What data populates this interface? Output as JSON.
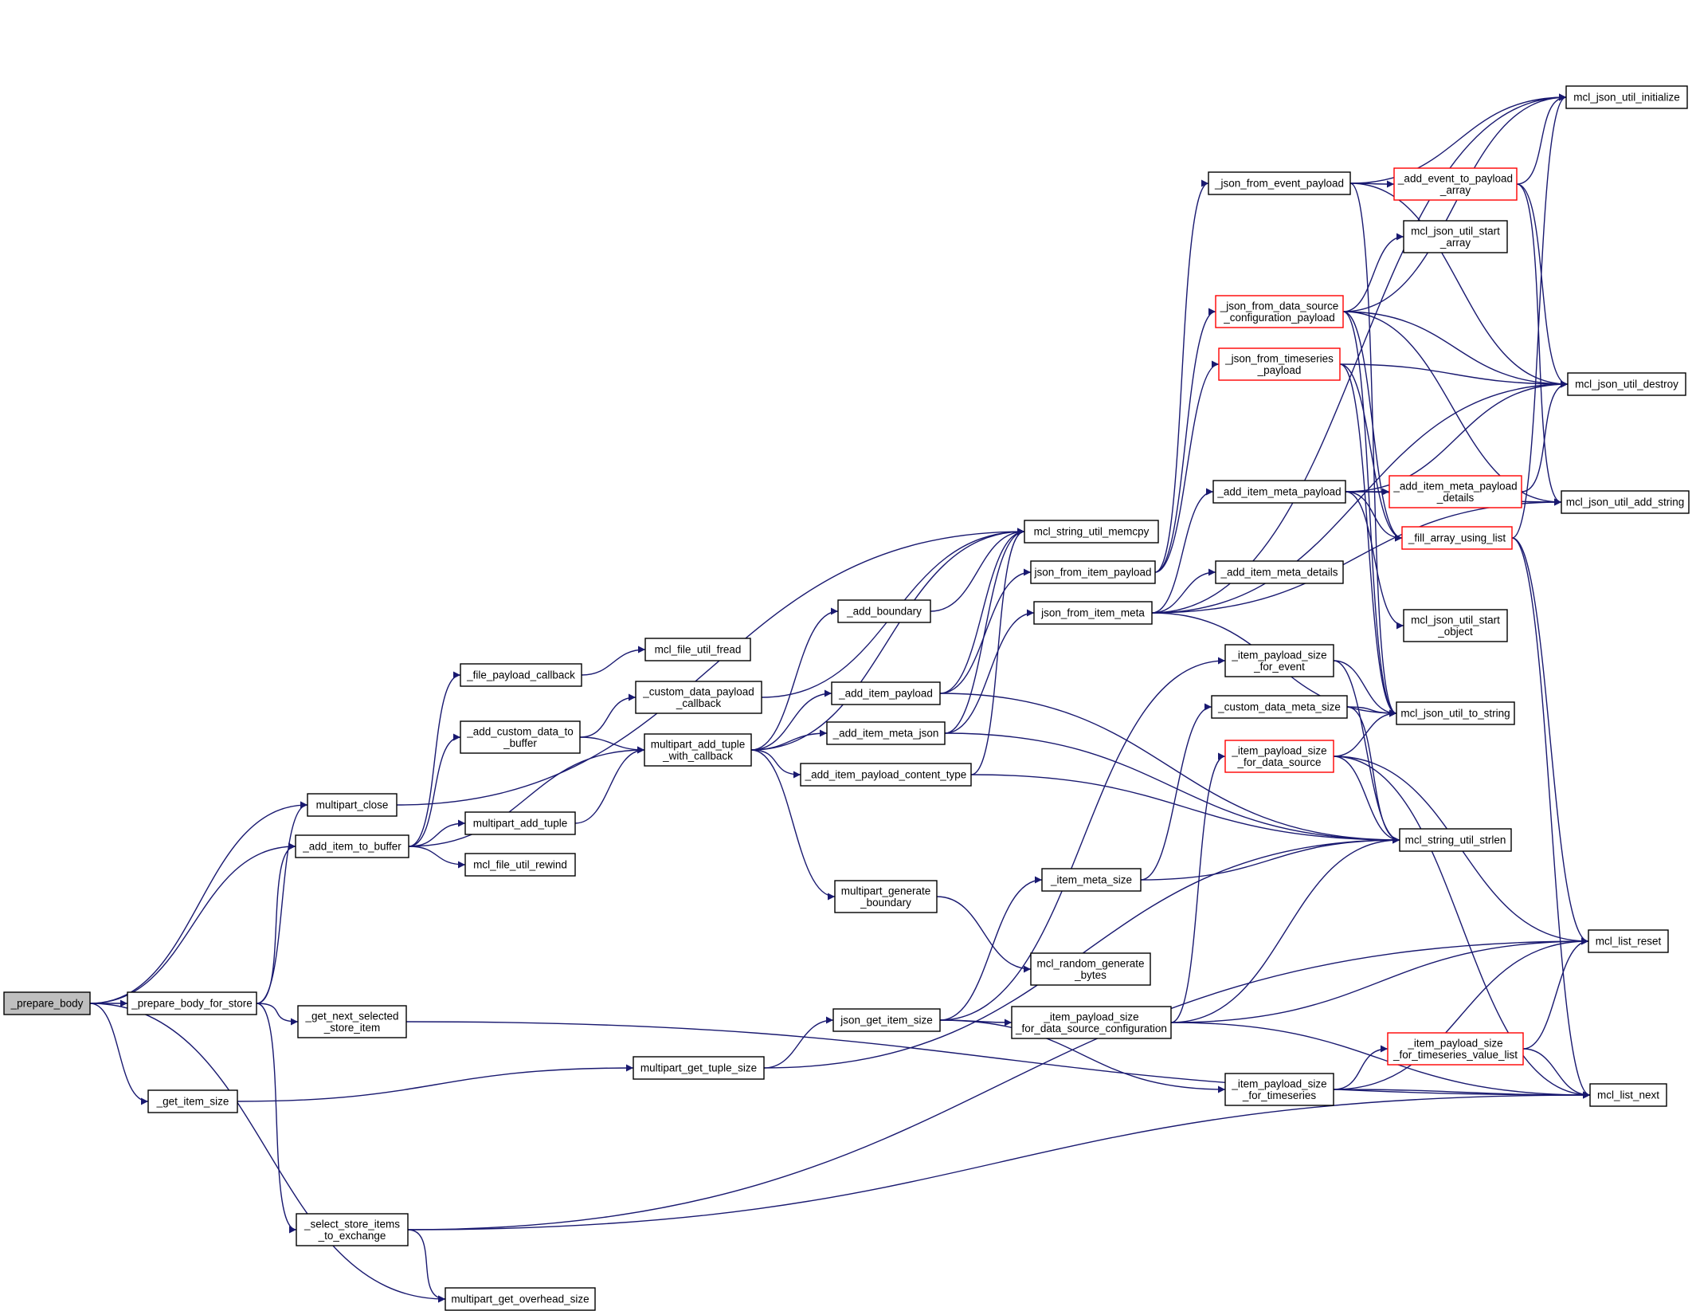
{
  "graph": {
    "nodes": [
      {
        "id": "prepare_body",
        "lines": [
          "_prepare_body"
        ],
        "style": "root"
      },
      {
        "id": "prepare_body_for_store",
        "lines": [
          "_prepare_body_for_store"
        ],
        "style": "normal"
      },
      {
        "id": "get_item_size",
        "lines": [
          "_get_item_size"
        ],
        "style": "normal"
      },
      {
        "id": "multipart_close",
        "lines": [
          "multipart_close"
        ],
        "style": "normal"
      },
      {
        "id": "add_item_to_buffer",
        "lines": [
          "_add_item_to_buffer"
        ],
        "style": "normal"
      },
      {
        "id": "get_next_selected_store_item",
        "lines": [
          "_get_next_selected",
          "_store_item"
        ],
        "style": "normal"
      },
      {
        "id": "select_store_items_to_exchange",
        "lines": [
          "_select_store_items",
          "_to_exchange"
        ],
        "style": "normal"
      },
      {
        "id": "multipart_get_overhead_size",
        "lines": [
          "multipart_get_overhead_size"
        ],
        "style": "normal"
      },
      {
        "id": "file_payload_callback",
        "lines": [
          "_file_payload_callback"
        ],
        "style": "normal"
      },
      {
        "id": "add_custom_data_to_buffer",
        "lines": [
          "_add_custom_data_to",
          "_buffer"
        ],
        "style": "normal"
      },
      {
        "id": "multipart_add_tuple",
        "lines": [
          "multipart_add_tuple"
        ],
        "style": "normal"
      },
      {
        "id": "mcl_file_util_rewind",
        "lines": [
          "mcl_file_util_rewind"
        ],
        "style": "normal"
      },
      {
        "id": "multipart_get_tuple_size",
        "lines": [
          "multipart_get_tuple_size"
        ],
        "style": "normal"
      },
      {
        "id": "mcl_file_util_fread",
        "lines": [
          "mcl_file_util_fread"
        ],
        "style": "normal"
      },
      {
        "id": "custom_data_payload_callback",
        "lines": [
          "_custom_data_payload",
          "_callback"
        ],
        "style": "normal"
      },
      {
        "id": "multipart_add_tuple_with_callback",
        "lines": [
          "multipart_add_tuple",
          "_with_callback"
        ],
        "style": "normal"
      },
      {
        "id": "add_boundary",
        "lines": [
          "_add_boundary"
        ],
        "style": "normal"
      },
      {
        "id": "add_item_payload",
        "lines": [
          "_add_item_payload"
        ],
        "style": "normal"
      },
      {
        "id": "add_item_meta_json",
        "lines": [
          "_add_item_meta_json"
        ],
        "style": "normal"
      },
      {
        "id": "add_item_payload_content_type",
        "lines": [
          "_add_item_payload_content_type"
        ],
        "style": "normal"
      },
      {
        "id": "multipart_generate_boundary",
        "lines": [
          "multipart_generate",
          "_boundary"
        ],
        "style": "normal"
      },
      {
        "id": "json_get_item_size",
        "lines": [
          "json_get_item_size"
        ],
        "style": "normal"
      },
      {
        "id": "mcl_string_util_memcpy",
        "lines": [
          "mcl_string_util_memcpy"
        ],
        "style": "normal"
      },
      {
        "id": "json_from_item_payload",
        "lines": [
          "json_from_item_payload"
        ],
        "style": "normal"
      },
      {
        "id": "json_from_item_meta",
        "lines": [
          "json_from_item_meta"
        ],
        "style": "normal"
      },
      {
        "id": "item_meta_size",
        "lines": [
          "_item_meta_size"
        ],
        "style": "normal"
      },
      {
        "id": "mcl_random_generate_bytes",
        "lines": [
          "mcl_random_generate",
          "_bytes"
        ],
        "style": "normal"
      },
      {
        "id": "item_payload_size_for_data_source_configuration",
        "lines": [
          "_item_payload_size",
          "_for_data_source_configuration"
        ],
        "style": "normal"
      },
      {
        "id": "json_from_event_payload",
        "lines": [
          "_json_from_event_payload"
        ],
        "style": "normal"
      },
      {
        "id": "json_from_data_source_configuration_payload",
        "lines": [
          "_json_from_data_source",
          "_configuration_payload"
        ],
        "style": "red"
      },
      {
        "id": "json_from_timeseries_payload",
        "lines": [
          "_json_from_timeseries",
          "_payload"
        ],
        "style": "red"
      },
      {
        "id": "add_item_meta_payload",
        "lines": [
          "_add_item_meta_payload"
        ],
        "style": "normal"
      },
      {
        "id": "add_item_meta_details",
        "lines": [
          "_add_item_meta_details"
        ],
        "style": "normal"
      },
      {
        "id": "item_payload_size_for_event",
        "lines": [
          "_item_payload_size",
          "_for_event"
        ],
        "style": "normal"
      },
      {
        "id": "custom_data_meta_size",
        "lines": [
          "_custom_data_meta_size"
        ],
        "style": "normal"
      },
      {
        "id": "item_payload_size_for_data_source",
        "lines": [
          "_item_payload_size",
          "_for_data_source"
        ],
        "style": "red"
      },
      {
        "id": "item_payload_size_for_timeseries",
        "lines": [
          "_item_payload_size",
          "_for_timeseries"
        ],
        "style": "normal"
      },
      {
        "id": "add_event_to_payload_array",
        "lines": [
          "_add_event_to_payload",
          "_array"
        ],
        "style": "red"
      },
      {
        "id": "mcl_json_util_start_array",
        "lines": [
          "mcl_json_util_start",
          "_array"
        ],
        "style": "normal"
      },
      {
        "id": "add_item_meta_payload_details",
        "lines": [
          "_add_item_meta_payload",
          "_details"
        ],
        "style": "red"
      },
      {
        "id": "fill_array_using_list",
        "lines": [
          "_fill_array_using_list"
        ],
        "style": "red"
      },
      {
        "id": "mcl_json_util_start_object",
        "lines": [
          "mcl_json_util_start",
          "_object"
        ],
        "style": "normal"
      },
      {
        "id": "mcl_json_util_to_string",
        "lines": [
          "mcl_json_util_to_string"
        ],
        "style": "normal"
      },
      {
        "id": "mcl_string_util_strlen",
        "lines": [
          "mcl_string_util_strlen"
        ],
        "style": "normal"
      },
      {
        "id": "item_payload_size_for_timeseries_value_list",
        "lines": [
          "_item_payload_size",
          "_for_timeseries_value_list"
        ],
        "style": "red"
      },
      {
        "id": "mcl_json_util_initialize",
        "lines": [
          "mcl_json_util_initialize"
        ],
        "style": "normal"
      },
      {
        "id": "mcl_json_util_destroy",
        "lines": [
          "mcl_json_util_destroy"
        ],
        "style": "normal"
      },
      {
        "id": "mcl_json_util_add_string",
        "lines": [
          "mcl_json_util_add_string"
        ],
        "style": "normal"
      },
      {
        "id": "mcl_list_reset",
        "lines": [
          "mcl_list_reset"
        ],
        "style": "normal"
      },
      {
        "id": "mcl_list_next",
        "lines": [
          "mcl_list_next"
        ],
        "style": "normal"
      }
    ],
    "edges": [
      [
        "prepare_body",
        "prepare_body_for_store"
      ],
      [
        "prepare_body",
        "get_item_size"
      ],
      [
        "prepare_body",
        "multipart_close"
      ],
      [
        "prepare_body",
        "add_item_to_buffer"
      ],
      [
        "prepare_body",
        "multipart_get_overhead_size"
      ],
      [
        "prepare_body_for_store",
        "multipart_close"
      ],
      [
        "prepare_body_for_store",
        "add_item_to_buffer"
      ],
      [
        "prepare_body_for_store",
        "get_next_selected_store_item"
      ],
      [
        "prepare_body_for_store",
        "select_store_items_to_exchange"
      ],
      [
        "get_item_size",
        "multipart_get_tuple_size"
      ],
      [
        "multipart_close",
        "mcl_string_util_memcpy"
      ],
      [
        "add_item_to_buffer",
        "file_payload_callback"
      ],
      [
        "add_item_to_buffer",
        "add_custom_data_to_buffer"
      ],
      [
        "add_item_to_buffer",
        "multipart_add_tuple_with_callback"
      ],
      [
        "add_item_to_buffer",
        "multipart_add_tuple"
      ],
      [
        "add_item_to_buffer",
        "mcl_file_util_rewind"
      ],
      [
        "get_next_selected_store_item",
        "mcl_list_next"
      ],
      [
        "select_store_items_to_exchange",
        "multipart_get_overhead_size"
      ],
      [
        "select_store_items_to_exchange",
        "mcl_list_reset"
      ],
      [
        "select_store_items_to_exchange",
        "mcl_list_next"
      ],
      [
        "file_payload_callback",
        "mcl_file_util_fread"
      ],
      [
        "add_custom_data_to_buffer",
        "custom_data_payload_callback"
      ],
      [
        "add_custom_data_to_buffer",
        "multipart_add_tuple_with_callback"
      ],
      [
        "multipart_add_tuple",
        "multipart_add_tuple_with_callback"
      ],
      [
        "custom_data_payload_callback",
        "mcl_string_util_memcpy"
      ],
      [
        "multipart_get_tuple_size",
        "json_get_item_size"
      ],
      [
        "multipart_get_tuple_size",
        "mcl_string_util_strlen"
      ],
      [
        "multipart_add_tuple_with_callback",
        "add_boundary"
      ],
      [
        "multipart_add_tuple_with_callback",
        "add_item_payload"
      ],
      [
        "multipart_add_tuple_with_callback",
        "add_item_meta_json"
      ],
      [
        "multipart_add_tuple_with_callback",
        "add_item_payload_content_type"
      ],
      [
        "multipart_add_tuple_with_callback",
        "multipart_generate_boundary"
      ],
      [
        "multipart_add_tuple_with_callback",
        "mcl_string_util_memcpy"
      ],
      [
        "add_boundary",
        "mcl_string_util_memcpy"
      ],
      [
        "add_item_payload",
        "json_from_item_payload"
      ],
      [
        "add_item_payload",
        "mcl_string_util_memcpy"
      ],
      [
        "add_item_payload",
        "mcl_string_util_strlen"
      ],
      [
        "add_item_meta_json",
        "json_from_item_meta"
      ],
      [
        "add_item_meta_json",
        "mcl_string_util_memcpy"
      ],
      [
        "add_item_meta_json",
        "mcl_string_util_strlen"
      ],
      [
        "add_item_payload_content_type",
        "mcl_string_util_memcpy"
      ],
      [
        "add_item_payload_content_type",
        "mcl_string_util_strlen"
      ],
      [
        "multipart_generate_boundary",
        "mcl_random_generate_bytes"
      ],
      [
        "json_get_item_size",
        "item_meta_size"
      ],
      [
        "json_get_item_size",
        "item_payload_size_for_event"
      ],
      [
        "json_get_item_size",
        "item_payload_size_for_data_source_configuration"
      ],
      [
        "json_get_item_size",
        "item_payload_size_for_timeseries"
      ],
      [
        "json_from_item_payload",
        "json_from_event_payload"
      ],
      [
        "json_from_item_payload",
        "json_from_data_source_configuration_payload"
      ],
      [
        "json_from_item_payload",
        "json_from_timeseries_payload"
      ],
      [
        "json_from_item_meta",
        "add_item_meta_payload"
      ],
      [
        "json_from_item_meta",
        "add_item_meta_details"
      ],
      [
        "json_from_item_meta",
        "mcl_json_util_initialize"
      ],
      [
        "json_from_item_meta",
        "mcl_json_util_destroy"
      ],
      [
        "json_from_item_meta",
        "mcl_json_util_add_string"
      ],
      [
        "json_from_item_meta",
        "mcl_json_util_to_string"
      ],
      [
        "item_meta_size",
        "custom_data_meta_size"
      ],
      [
        "item_meta_size",
        "mcl_string_util_strlen"
      ],
      [
        "item_payload_size_for_data_source_configuration",
        "item_payload_size_for_data_source"
      ],
      [
        "item_payload_size_for_data_source_configuration",
        "mcl_string_util_strlen"
      ],
      [
        "item_payload_size_for_data_source_configuration",
        "mcl_list_reset"
      ],
      [
        "item_payload_size_for_data_source_configuration",
        "mcl_list_next"
      ],
      [
        "json_from_event_payload",
        "add_event_to_payload_array"
      ],
      [
        "json_from_event_payload",
        "mcl_json_util_initialize"
      ],
      [
        "json_from_event_payload",
        "mcl_json_util_destroy"
      ],
      [
        "json_from_event_payload",
        "mcl_json_util_to_string"
      ],
      [
        "json_from_data_source_configuration_payload",
        "mcl_json_util_start_array"
      ],
      [
        "json_from_data_source_configuration_payload",
        "mcl_json_util_initialize"
      ],
      [
        "json_from_data_source_configuration_payload",
        "mcl_json_util_destroy"
      ],
      [
        "json_from_data_source_configuration_payload",
        "mcl_json_util_add_string"
      ],
      [
        "json_from_data_source_configuration_payload",
        "fill_array_using_list"
      ],
      [
        "json_from_data_source_configuration_payload",
        "mcl_json_util_to_string"
      ],
      [
        "json_from_timeseries_payload",
        "mcl_json_util_destroy"
      ],
      [
        "json_from_timeseries_payload",
        "fill_array_using_list"
      ],
      [
        "json_from_timeseries_payload",
        "mcl_json_util_to_string"
      ],
      [
        "add_item_meta_payload",
        "add_item_meta_payload_details"
      ],
      [
        "add_item_meta_payload",
        "mcl_json_util_destroy"
      ],
      [
        "add_item_meta_payload",
        "mcl_json_util_start_object"
      ],
      [
        "add_item_meta_payload",
        "mcl_json_util_add_string"
      ],
      [
        "add_item_meta_payload",
        "fill_array_using_list"
      ],
      [
        "item_payload_size_for_event",
        "mcl_json_util_to_string"
      ],
      [
        "item_payload_size_for_event",
        "mcl_string_util_strlen"
      ],
      [
        "custom_data_meta_size",
        "mcl_json_util_to_string"
      ],
      [
        "custom_data_meta_size",
        "mcl_string_util_strlen"
      ],
      [
        "item_payload_size_for_data_source",
        "mcl_json_util_to_string"
      ],
      [
        "item_payload_size_for_data_source",
        "mcl_string_util_strlen"
      ],
      [
        "item_payload_size_for_data_source",
        "mcl_list_reset"
      ],
      [
        "item_payload_size_for_data_source",
        "mcl_list_next"
      ],
      [
        "item_payload_size_for_timeseries",
        "item_payload_size_for_timeseries_value_list"
      ],
      [
        "item_payload_size_for_timeseries",
        "mcl_list_reset"
      ],
      [
        "item_payload_size_for_timeseries",
        "mcl_list_next"
      ],
      [
        "item_payload_size_for_timeseries_value_list",
        "mcl_list_reset"
      ],
      [
        "item_payload_size_for_timeseries_value_list",
        "mcl_list_next"
      ],
      [
        "add_event_to_payload_array",
        "mcl_json_util_initialize"
      ],
      [
        "add_event_to_payload_array",
        "mcl_json_util_destroy"
      ],
      [
        "add_event_to_payload_array",
        "mcl_json_util_add_string"
      ],
      [
        "add_item_meta_payload_details",
        "mcl_json_util_destroy"
      ],
      [
        "fill_array_using_list",
        "mcl_json_util_initialize"
      ],
      [
        "fill_array_using_list",
        "mcl_list_reset"
      ],
      [
        "fill_array_using_list",
        "mcl_list_next"
      ]
    ]
  }
}
